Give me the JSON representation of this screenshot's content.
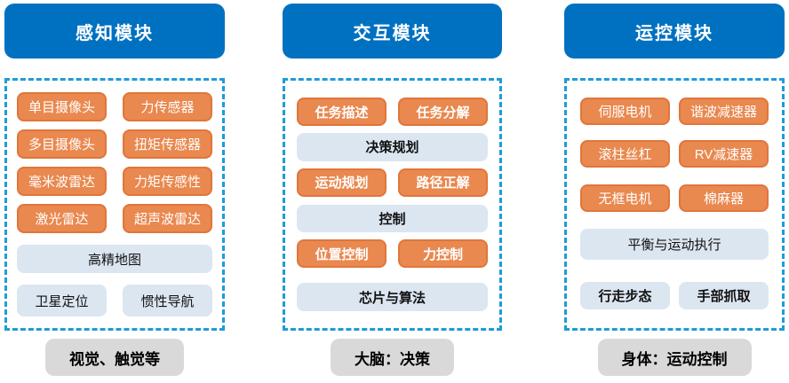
{
  "colors": {
    "header_blue": "#0071C1",
    "dashed_border": "#1E9CD7",
    "chip_orange": "#E9884F",
    "chip_orange_border": "#E0763B",
    "chip_gray": "#DCE6F1",
    "footer_gray": "#D9D9D9"
  },
  "columns": [
    {
      "header": "感知模块",
      "items": [
        {
          "label": "单目摄像头"
        },
        {
          "label": "力传感器"
        },
        {
          "label": "多目摄像头"
        },
        {
          "label": "扭矩传感器"
        },
        {
          "label": "毫米波雷达"
        },
        {
          "label": "力矩传感性"
        },
        {
          "label": "激光雷达"
        },
        {
          "label": "超声波雷达"
        },
        {
          "label": "高精地图"
        },
        {
          "label": "卫星定位"
        },
        {
          "label": "惯性导航"
        }
      ],
      "footer": "视觉、触觉等"
    },
    {
      "header": "交互模块",
      "items": [
        {
          "label": "任务描述"
        },
        {
          "label": "任务分解"
        },
        {
          "label": "决策规划"
        },
        {
          "label": "运动规划"
        },
        {
          "label": "路径正解"
        },
        {
          "label": "控制"
        },
        {
          "label": "位置控制"
        },
        {
          "label": "力控制"
        },
        {
          "label": "芯片与算法"
        }
      ],
      "footer": "大脑：决策"
    },
    {
      "header": "运控模块",
      "items": [
        {
          "label": "伺服电机"
        },
        {
          "label": "谐波减速器"
        },
        {
          "label": "滚柱丝杠"
        },
        {
          "label": "RV减速器"
        },
        {
          "label": "无框电机"
        },
        {
          "label": "棉麻器"
        },
        {
          "label": "平衡与运动执行"
        },
        {
          "label": "行走步态"
        },
        {
          "label": "手部抓取"
        }
      ],
      "footer": "身体：运动控制"
    }
  ]
}
